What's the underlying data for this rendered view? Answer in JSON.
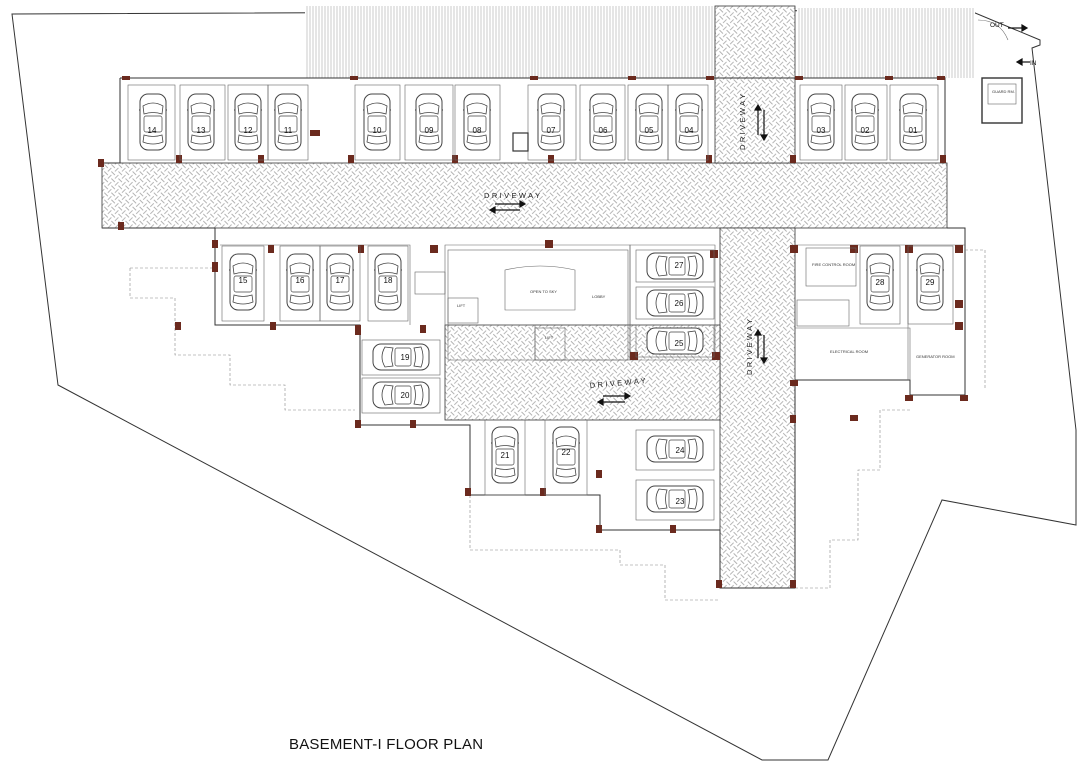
{
  "title": "BASEMENT-I FLOOR PLAN",
  "labels": {
    "driveway": "DRIVEWAY",
    "out": "OUT",
    "in": "IN",
    "guard_room": "GUARD RM.",
    "lobby": "LOBBY",
    "open_to_sky": "OPEN TO SKY",
    "lift": "LIFT",
    "fire_control_room": "FIRE CONTROL ROOM",
    "electrical_room": "ELECTRICAL ROOM",
    "generator_room": "GENERATOR ROOM"
  },
  "parking_slots": [
    "01",
    "02",
    "03",
    "04",
    "05",
    "06",
    "07",
    "08",
    "09",
    "10",
    "11",
    "12",
    "13",
    "14",
    "15",
    "16",
    "17",
    "18",
    "19",
    "20",
    "21",
    "22",
    "23",
    "24",
    "25",
    "26",
    "27",
    "28",
    "29"
  ],
  "colors": {
    "hatch": "#9a9a9a",
    "column": "#6b2a1e",
    "wall": "#333333"
  }
}
